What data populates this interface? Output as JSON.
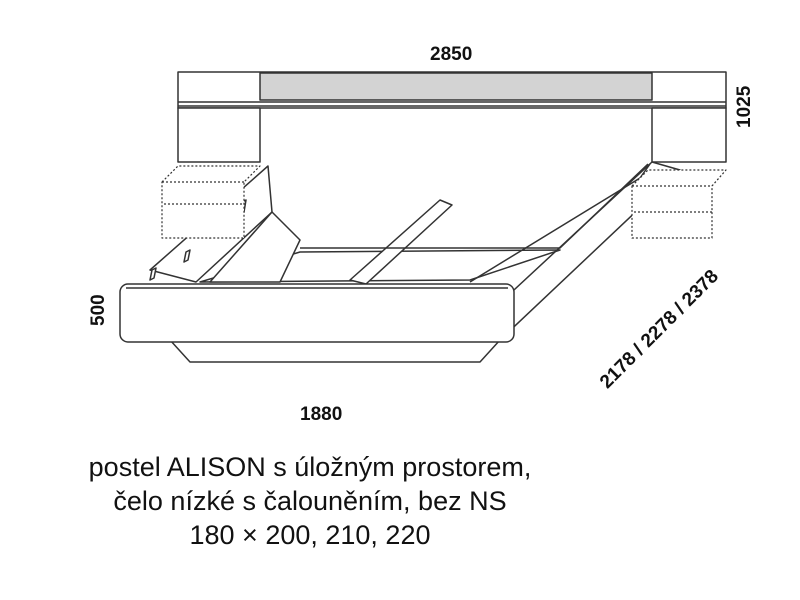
{
  "dimensions": {
    "width": "2850",
    "height": "1025",
    "front_height": "500",
    "length": "1880",
    "diagonal": "2178 / 2278 / 2378"
  },
  "caption": {
    "line1": "postel ALISON s úložným prostorem,",
    "line2": "čelo nízké s čalouněním, bez NS",
    "line3": "180 × 200, 210, 220"
  },
  "colors": {
    "stroke": "#333333",
    "fill": "#ffffff",
    "panel_fill": "#d3d3d3",
    "text": "#111111"
  }
}
